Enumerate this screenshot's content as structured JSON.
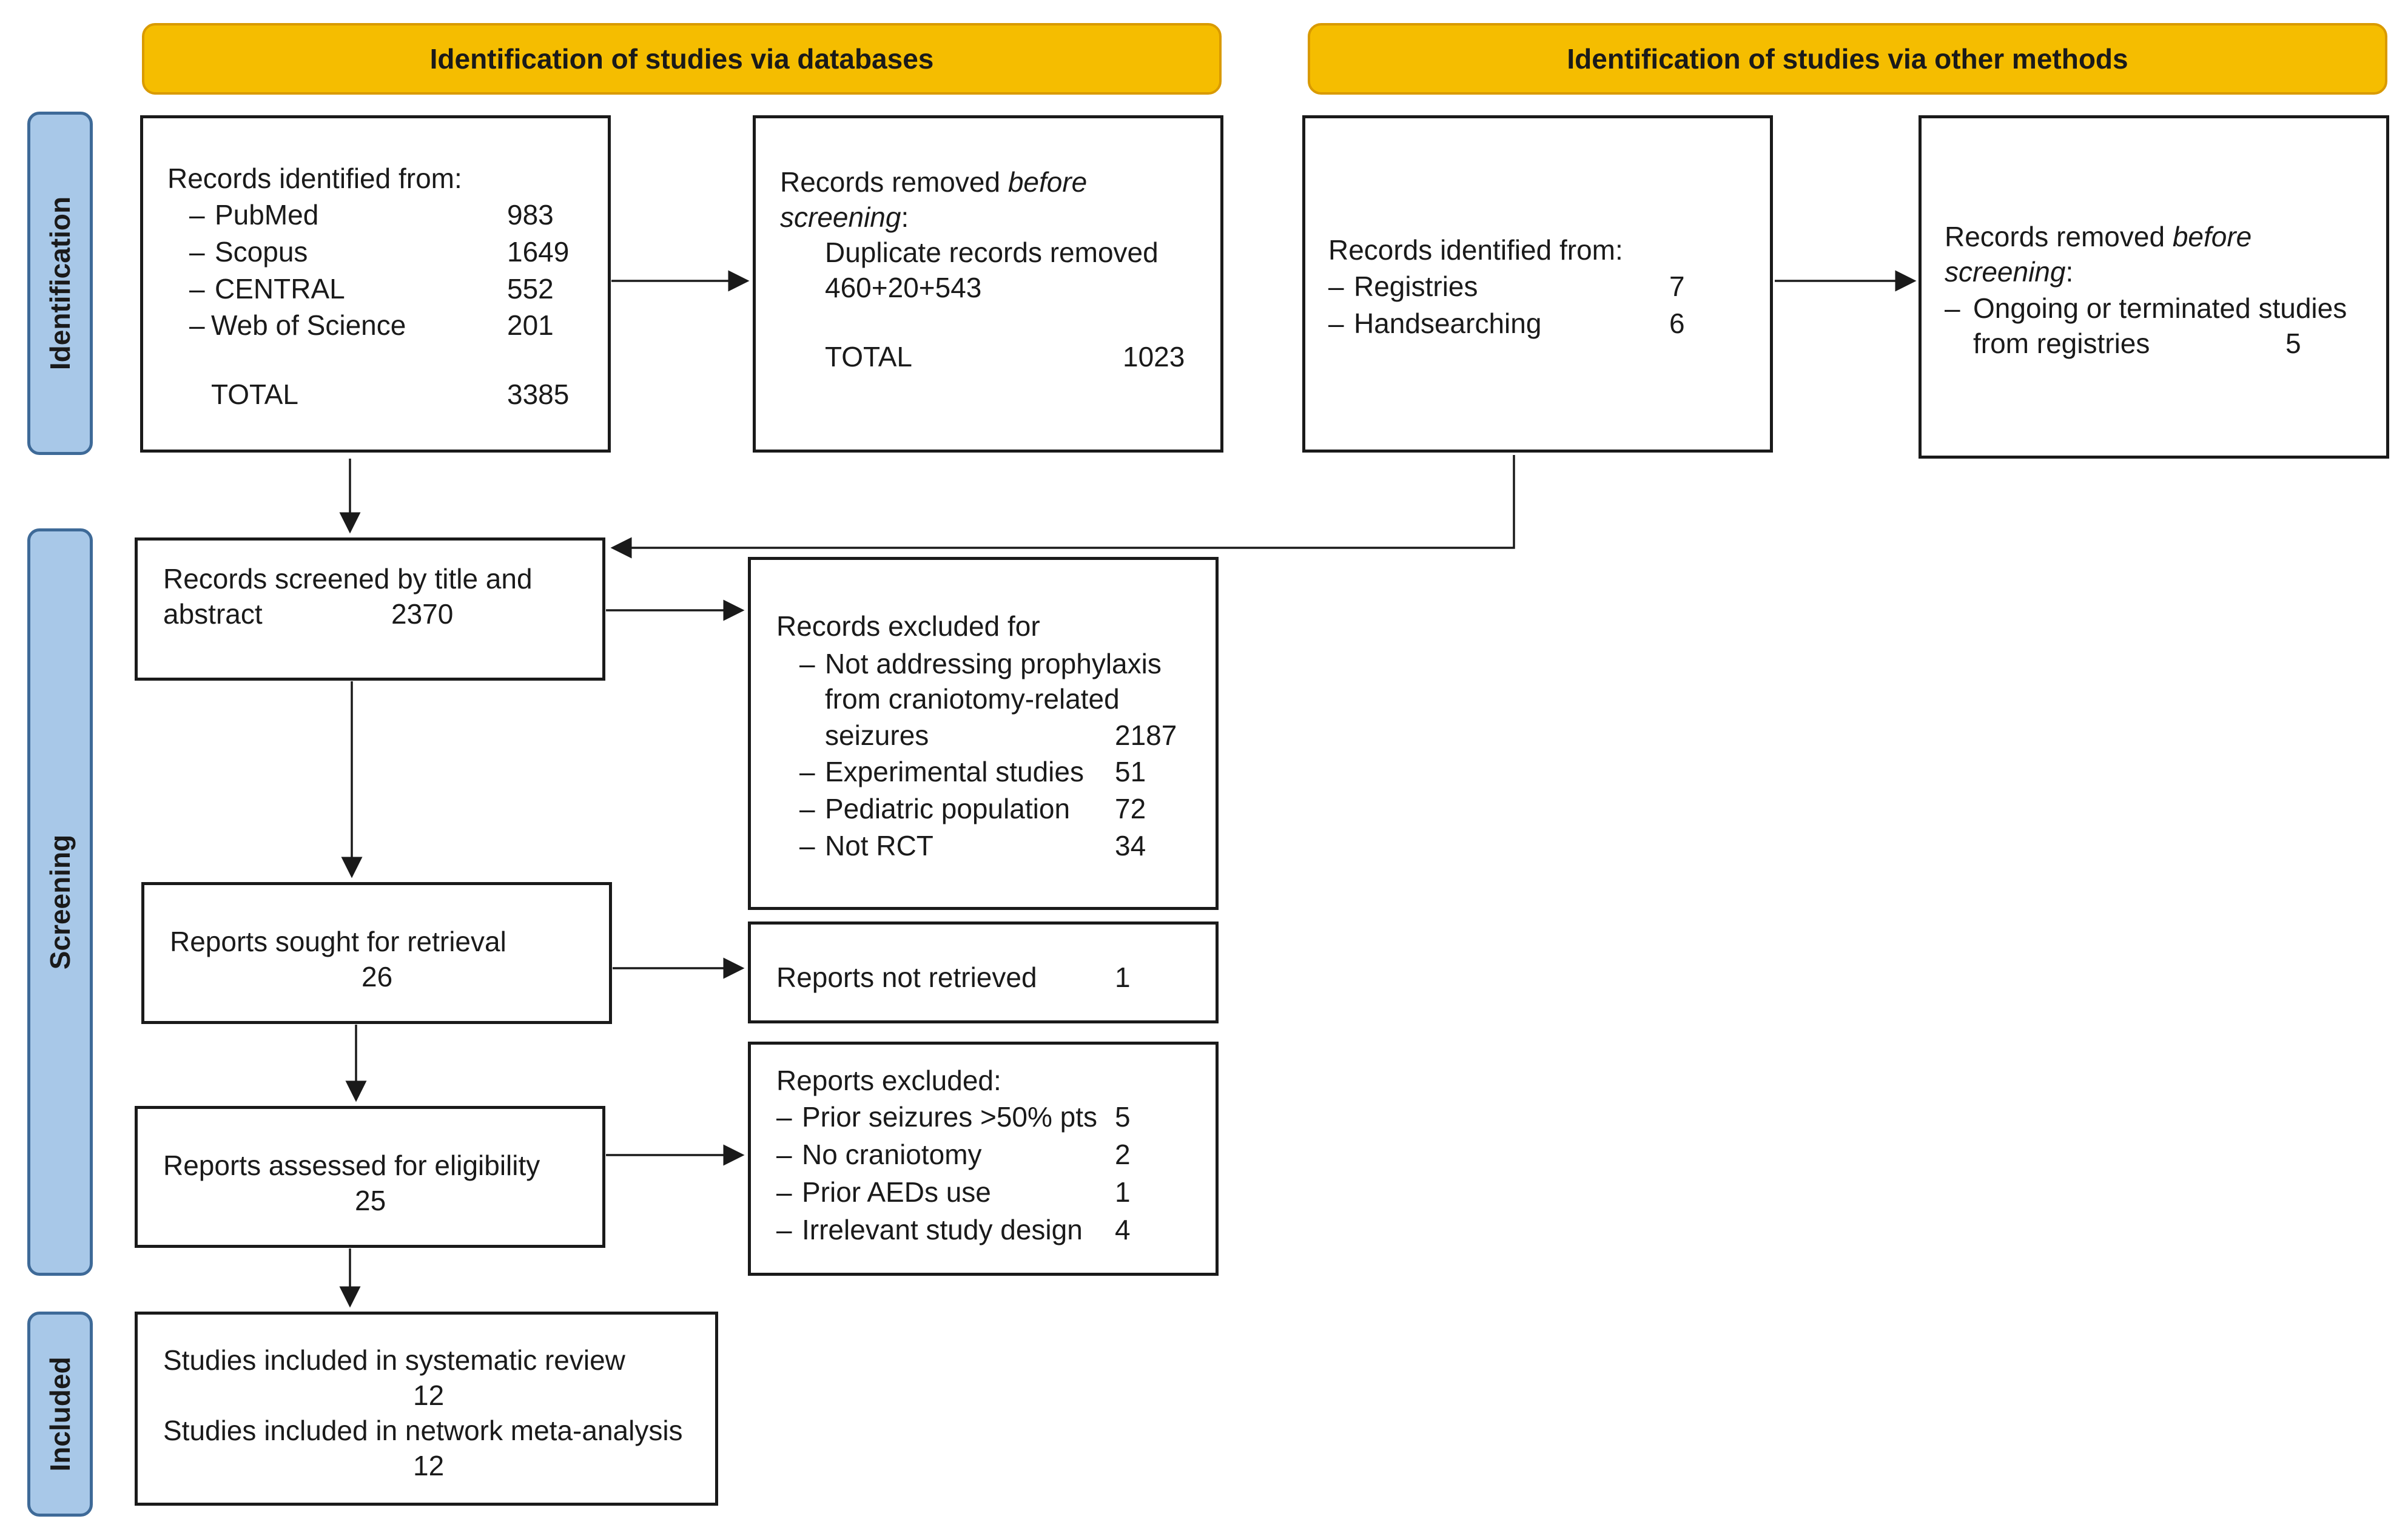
{
  "headers": {
    "databases": "Identification of studies via databases",
    "other": "Identification of studies via other methods"
  },
  "phases": {
    "identification": "Identification",
    "screening": "Screening",
    "included": "Included"
  },
  "db_identified": {
    "title": "Records identified from:",
    "items": [
      {
        "bullet": "–",
        "label": "PubMed",
        "value": "983"
      },
      {
        "bullet": "–",
        "label": "Scopus",
        "value": "1649"
      },
      {
        "bullet": "–",
        "label": "CENTRAL",
        "value": "552"
      },
      {
        "bullet": "–",
        "label": "Web of Science",
        "value": "201"
      }
    ],
    "total_label": "TOTAL",
    "total_value": "3385"
  },
  "db_removed": {
    "title_a": "Records removed ",
    "title_b": "before",
    "title_c": "screening",
    "title_d": ":",
    "dup_label": "Duplicate records removed",
    "dup_value": "460+20+543",
    "total_label": "TOTAL",
    "total_value": "1023"
  },
  "other_identified": {
    "title": "Records identified from:",
    "items": [
      {
        "bullet": "–",
        "label": "Registries",
        "value": "7"
      },
      {
        "bullet": "–",
        "label": "Handsearching",
        "value": "6"
      }
    ]
  },
  "other_removed": {
    "title_a": "Records removed ",
    "title_b": "before",
    "title_c": "screening",
    "title_d": ":",
    "bullet": "–",
    "line1": "Ongoing or terminated studies",
    "line2": "from registries",
    "value": "5"
  },
  "screened": {
    "line1": "Records screened by title and",
    "line2": "abstract",
    "value": "2370"
  },
  "excluded": {
    "title": "Records excluded for",
    "bullet": "–",
    "reason1_l1": "Not addressing prophylaxis",
    "reason1_l2": "from craniotomy-related",
    "reason1_l3": "seizures",
    "reason1_value": "2187",
    "items": [
      {
        "bullet": "–",
        "label": "Experimental studies",
        "value": "51"
      },
      {
        "bullet": "–",
        "label": "Pediatric population",
        "value": "72"
      },
      {
        "bullet": "–",
        "label": "Not RCT",
        "value": "34"
      }
    ]
  },
  "sought": {
    "label": "Reports sought for retrieval",
    "value": "26"
  },
  "not_retrieved": {
    "label": "Reports not retrieved",
    "value": "1"
  },
  "assessed": {
    "label": "Reports assessed for eligibility",
    "value": "25"
  },
  "reports_excluded": {
    "title": "Reports excluded:",
    "items": [
      {
        "bullet": "–",
        "label": "Prior seizures >50% pts",
        "value": "5"
      },
      {
        "bullet": "–",
        "label": "No craniotomy",
        "value": "2"
      },
      {
        "bullet": "–",
        "label": "Prior AEDs use",
        "value": "1"
      },
      {
        "bullet": "–",
        "label": "Irrelevant study design",
        "value": "4"
      }
    ]
  },
  "included": {
    "review_label": "Studies included in systematic review",
    "review_value": "12",
    "nma_label": "Studies included in network meta-analysis",
    "nma_value": "12"
  }
}
